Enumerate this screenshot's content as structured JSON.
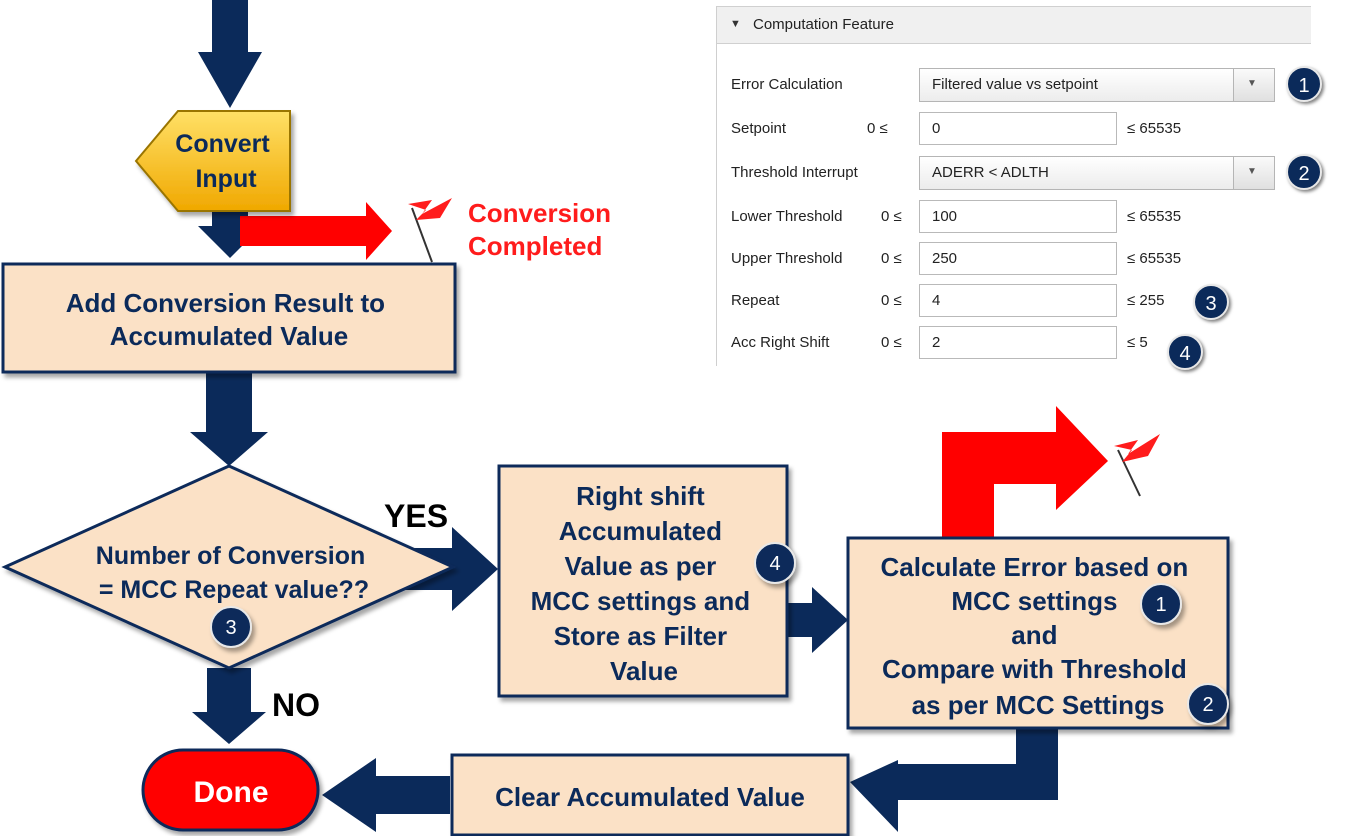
{
  "flowchart": {
    "convert_input": [
      "Convert",
      "Input"
    ],
    "conversion_completed": [
      "Conversion",
      "Completed"
    ],
    "add_result": [
      "Add Conversion Result to",
      "Accumulated Value"
    ],
    "decision": [
      "Number of Conversion",
      "= MCC Repeat value??"
    ],
    "yes_label": "YES",
    "no_label": "NO",
    "right_shift": [
      "Right shift",
      "Accumulated",
      "Value as per",
      "MCC settings and",
      "Store as Filter",
      "Value"
    ],
    "calc_error": [
      "Calculate Error based on",
      "MCC settings",
      "and",
      "Compare with Threshold",
      "as per MCC Settings"
    ],
    "clear_acc": "Clear Accumulated Value",
    "done": "Done",
    "badges": {
      "decision": "3",
      "right_shift": "4",
      "calc_mcc": "1",
      "calc_threshold": "2"
    },
    "colors": {
      "arrow": "#0b2a5a",
      "box_fill": "#fbe1c6",
      "box_border": "#0b2a5a",
      "event_arrow": "#ff0000",
      "done_fill": "#ff0000",
      "convert_fill": "#ffc000"
    }
  },
  "mcc_panel": {
    "title": "Computation Feature",
    "error_calculation": {
      "label": "Error Calculation",
      "value": "Filtered value vs setpoint",
      "badge": "1"
    },
    "setpoint": {
      "label": "Setpoint",
      "min": "0 ≤",
      "value": "0",
      "max": "≤ 65535"
    },
    "threshold_interrupt": {
      "label": "Threshold Interrupt",
      "value": "ADERR < ADLTH",
      "badge": "2"
    },
    "lower_threshold": {
      "label": "Lower Threshold",
      "min": "0 ≤",
      "value": "100",
      "max": "≤ 65535"
    },
    "upper_threshold": {
      "label": "Upper Threshold",
      "min": "0 ≤",
      "value": "250",
      "max": "≤ 65535"
    },
    "repeat": {
      "label": "Repeat",
      "min": "0 ≤",
      "value": "4",
      "max": "≤ 255",
      "badge": "3"
    },
    "acc_right_shift": {
      "label": "Acc Right Shift",
      "min": "0 ≤",
      "value": "2",
      "max": "≤ 5",
      "badge": "4"
    },
    "icons": {
      "collapse": "triangle-down-icon",
      "dropdown": "chevron-down-icon"
    }
  }
}
